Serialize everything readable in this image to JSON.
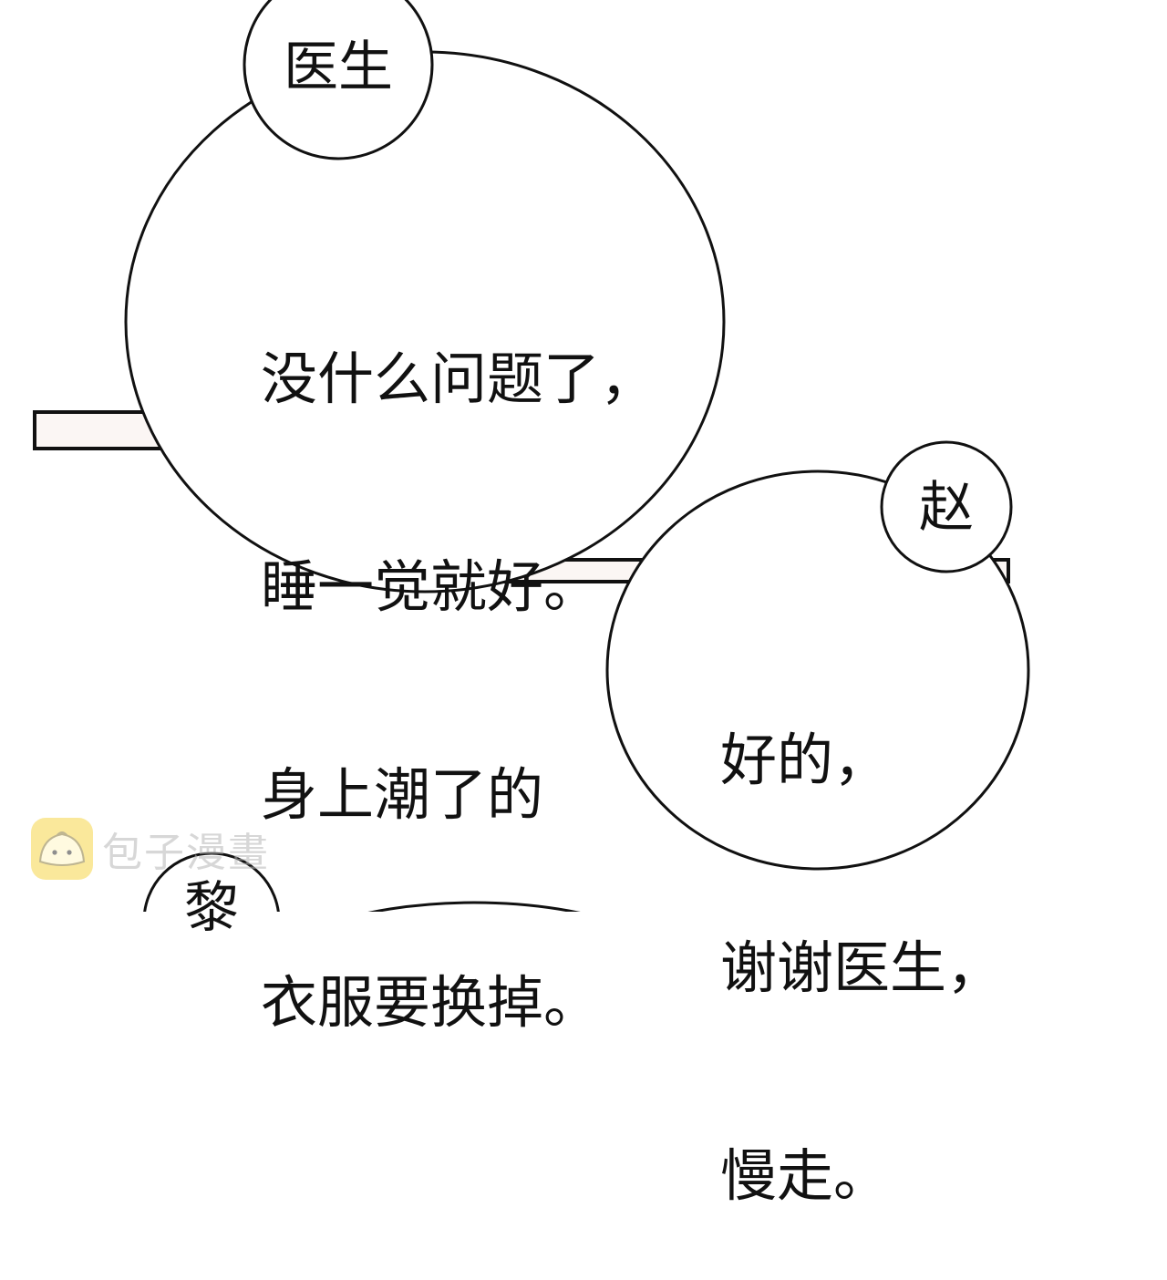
{
  "bubble_doctor": {
    "speaker": "医生",
    "lines": [
      "没什么问题了，",
      "睡一觉就好。",
      "身上潮了的",
      "衣服要换掉。"
    ]
  },
  "bubble_zhao": {
    "speaker": "赵",
    "lines": [
      "好的，",
      "谢谢医生，",
      "慢走。"
    ]
  },
  "bubble_bottom": {
    "speaker": "黎"
  },
  "watermark": {
    "text": "包子漫畫",
    "icon": "bun-mascot-icon"
  },
  "colors": {
    "ink": "#111111",
    "panel_fill": "#fbf6f4",
    "watermark_yellow": "#f7d74a"
  }
}
